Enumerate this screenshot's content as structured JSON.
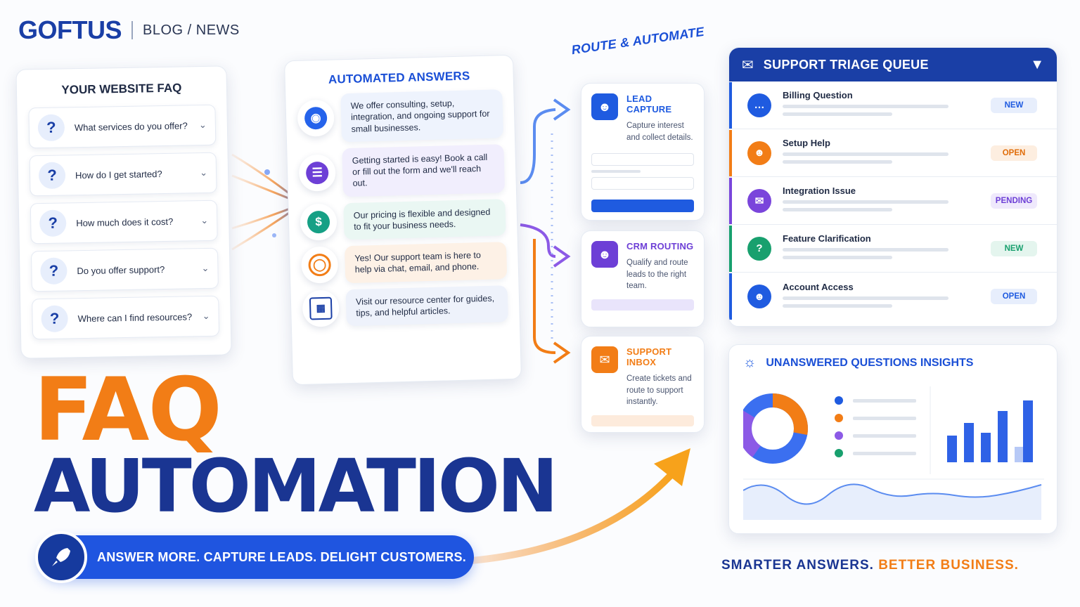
{
  "brand": {
    "logo": "GOFTUS",
    "section": "BLOG / NEWS"
  },
  "faq_card": {
    "title": "YOUR WEBSITE FAQ",
    "items": [
      {
        "q": "What services do you offer?"
      },
      {
        "q": "How do I get started?"
      },
      {
        "q": "How much does it cost?"
      },
      {
        "q": "Do you offer support?"
      },
      {
        "q": "Where can I find resources?"
      }
    ]
  },
  "answers_card": {
    "title": "AUTOMATED ANSWERS",
    "items": [
      {
        "icon": "robot-icon",
        "text": "We offer consulting, setup, integration, and ongoing support for small businesses.",
        "color": "#2563eb",
        "bg": "#eef3fd"
      },
      {
        "icon": "chat-icon",
        "text": "Getting started is easy! Book a call or fill out the form and we'll reach out.",
        "color": "#6d3fd6",
        "bg": "#f1eefd"
      },
      {
        "icon": "dollar-icon",
        "text": "Our pricing is flexible and designed to fit your business needs.",
        "color": "#16a085",
        "bg": "#eaf7f3"
      },
      {
        "icon": "headset-icon",
        "text": "Yes! Our support team is here to help via chat, email, and phone.",
        "color": "#f27d16",
        "bg": "#fdf1e6"
      },
      {
        "icon": "book-icon",
        "text": "Visit our resource center for guides, tips, and helpful articles.",
        "color": "#1a3fa6",
        "bg": "#eef2fb"
      }
    ]
  },
  "route_label": "ROUTE & AUTOMATE",
  "destinations": [
    {
      "title": "LEAD CAPTURE",
      "desc": "Capture interest and collect details.",
      "color": "#1f5be0"
    },
    {
      "title": "CRM ROUTING",
      "desc": "Qualify and route leads to the right team.",
      "color": "#6d3fd6"
    },
    {
      "title": "SUPPORT INBOX",
      "desc": "Create tickets and route to support instantly.",
      "color": "#f27d16"
    }
  ],
  "triage": {
    "title": "SUPPORT TRIAGE QUEUE",
    "rows": [
      {
        "title": "Billing Question",
        "status": "NEW",
        "color": "#1f5be0",
        "badge_bg": "#e7eefc",
        "badge_fg": "#1f5be0"
      },
      {
        "title": "Setup Help",
        "status": "OPEN",
        "color": "#f27d16",
        "badge_bg": "#fdeee0",
        "badge_fg": "#e06d0a"
      },
      {
        "title": "Integration Issue",
        "status": "PENDING",
        "color": "#7a45db",
        "badge_bg": "#efe9fc",
        "badge_fg": "#6d3fd6"
      },
      {
        "title": "Feature Clarification",
        "status": "NEW",
        "color": "#18a06e",
        "badge_bg": "#e4f5ee",
        "badge_fg": "#18a06e"
      },
      {
        "title": "Account Access",
        "status": "OPEN",
        "color": "#1f5be0",
        "badge_bg": "#e7eefc",
        "badge_fg": "#1f5be0"
      }
    ]
  },
  "insights": {
    "title": "UNANSWERED QUESTIONS INSIGHTS"
  },
  "headline": {
    "line1": "FAQ",
    "line2": "AUTOMATION"
  },
  "tagline": "ANSWER MORE. CAPTURE LEADS.  DELIGHT CUSTOMERS.",
  "footer": {
    "part1": "SMARTER ANSWERS.",
    "part2": "BETTER BUSINESS."
  }
}
